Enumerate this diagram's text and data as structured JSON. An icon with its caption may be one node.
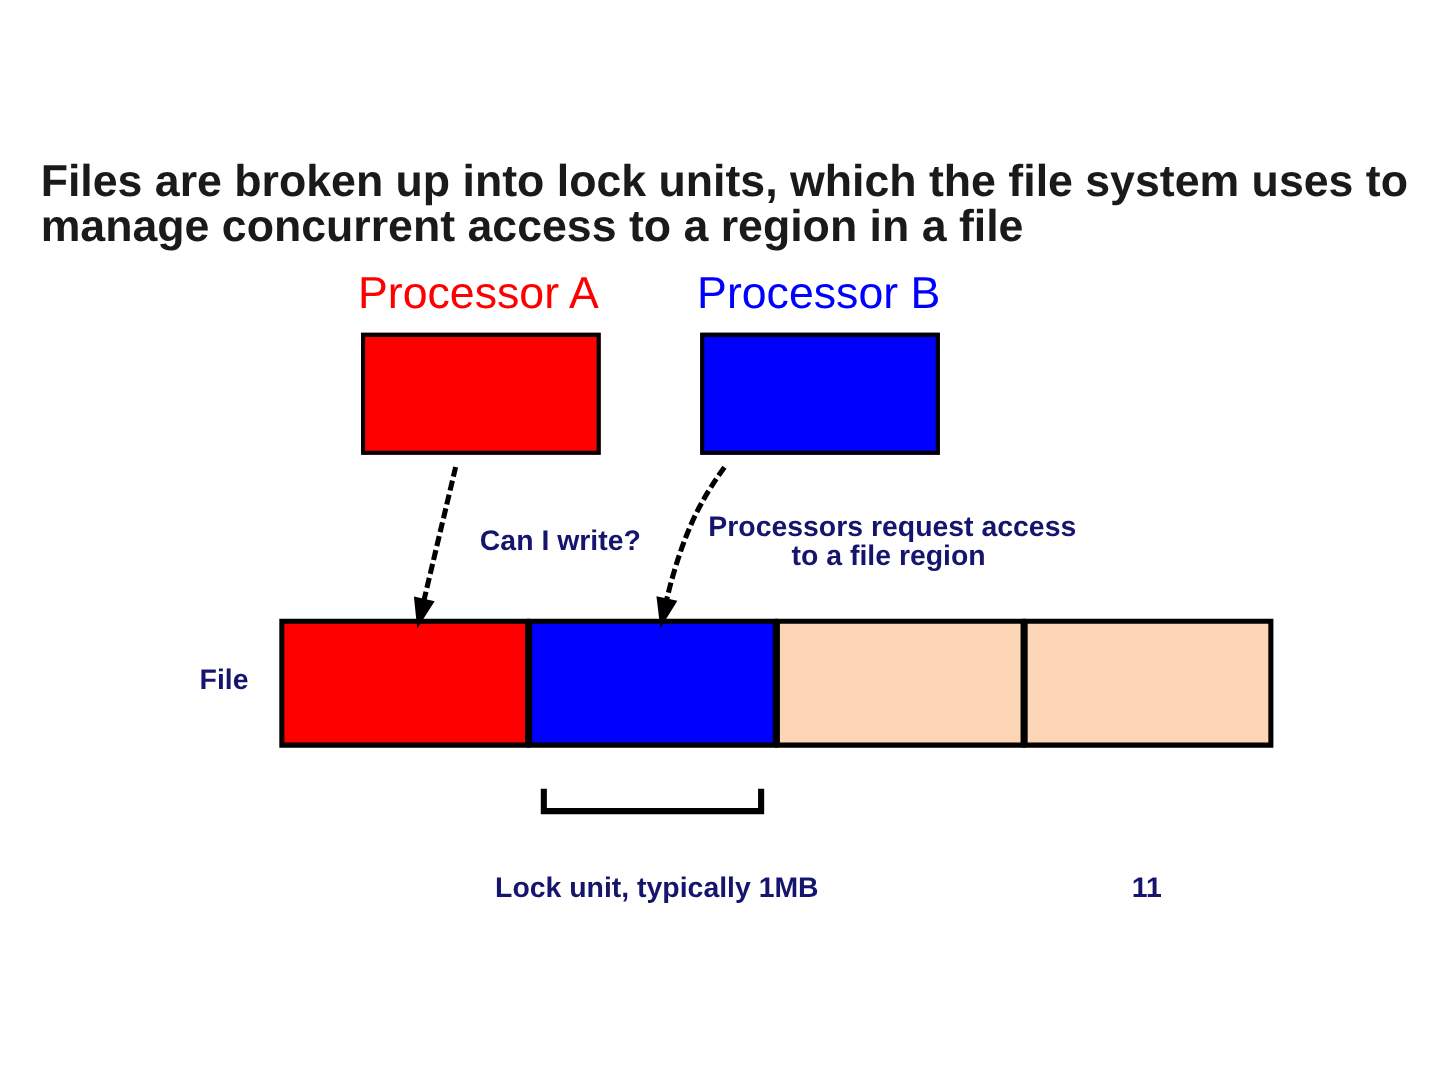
{
  "diagram": {
    "title": "Files are broken up into lock units, which the file system uses to manage concurrent access to a region in a file",
    "nodes": [
      {
        "text": [
          "Processor A"
        ]
      },
      {
        "text": [
          "Processor B"
        ]
      },
      {
        "text": [],
        "shape": "box"
      },
      {
        "text": [],
        "shape": "box"
      },
      {
        "text": [],
        "shape": "box"
      },
      {
        "text": [],
        "shape": "box"
      }
    ],
    "edges": [
      {
        "from": 0,
        "to": 2,
        "arrow": "to",
        "style": "dashed"
      },
      {
        "from": 1,
        "to": 3,
        "arrow": "to",
        "style": "dashed"
      }
    ],
    "labels": [
      "Can I write?",
      "Processors request access to a file region",
      "File",
      "Lock unit, typically 1MB",
      "11"
    ]
  }
}
